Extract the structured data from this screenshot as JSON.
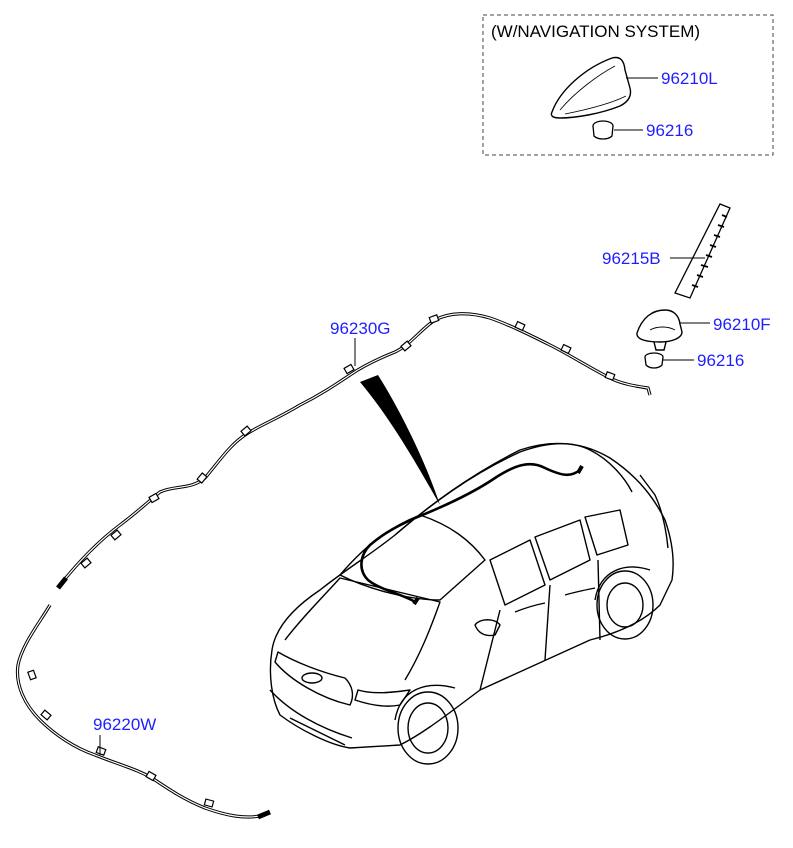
{
  "inset": {
    "title": "(W/NAVIGATION SYSTEM)"
  },
  "callouts": {
    "shark_antenna": "96210L",
    "shark_seal": "96216",
    "rod_antenna": "96215B",
    "antenna_base": "96210F",
    "base_seal": "96216",
    "roof_cable": "96230G",
    "main_cable": "96220W"
  },
  "colors": {
    "callout_text": "#1f1fff",
    "line_art": "#000000"
  }
}
